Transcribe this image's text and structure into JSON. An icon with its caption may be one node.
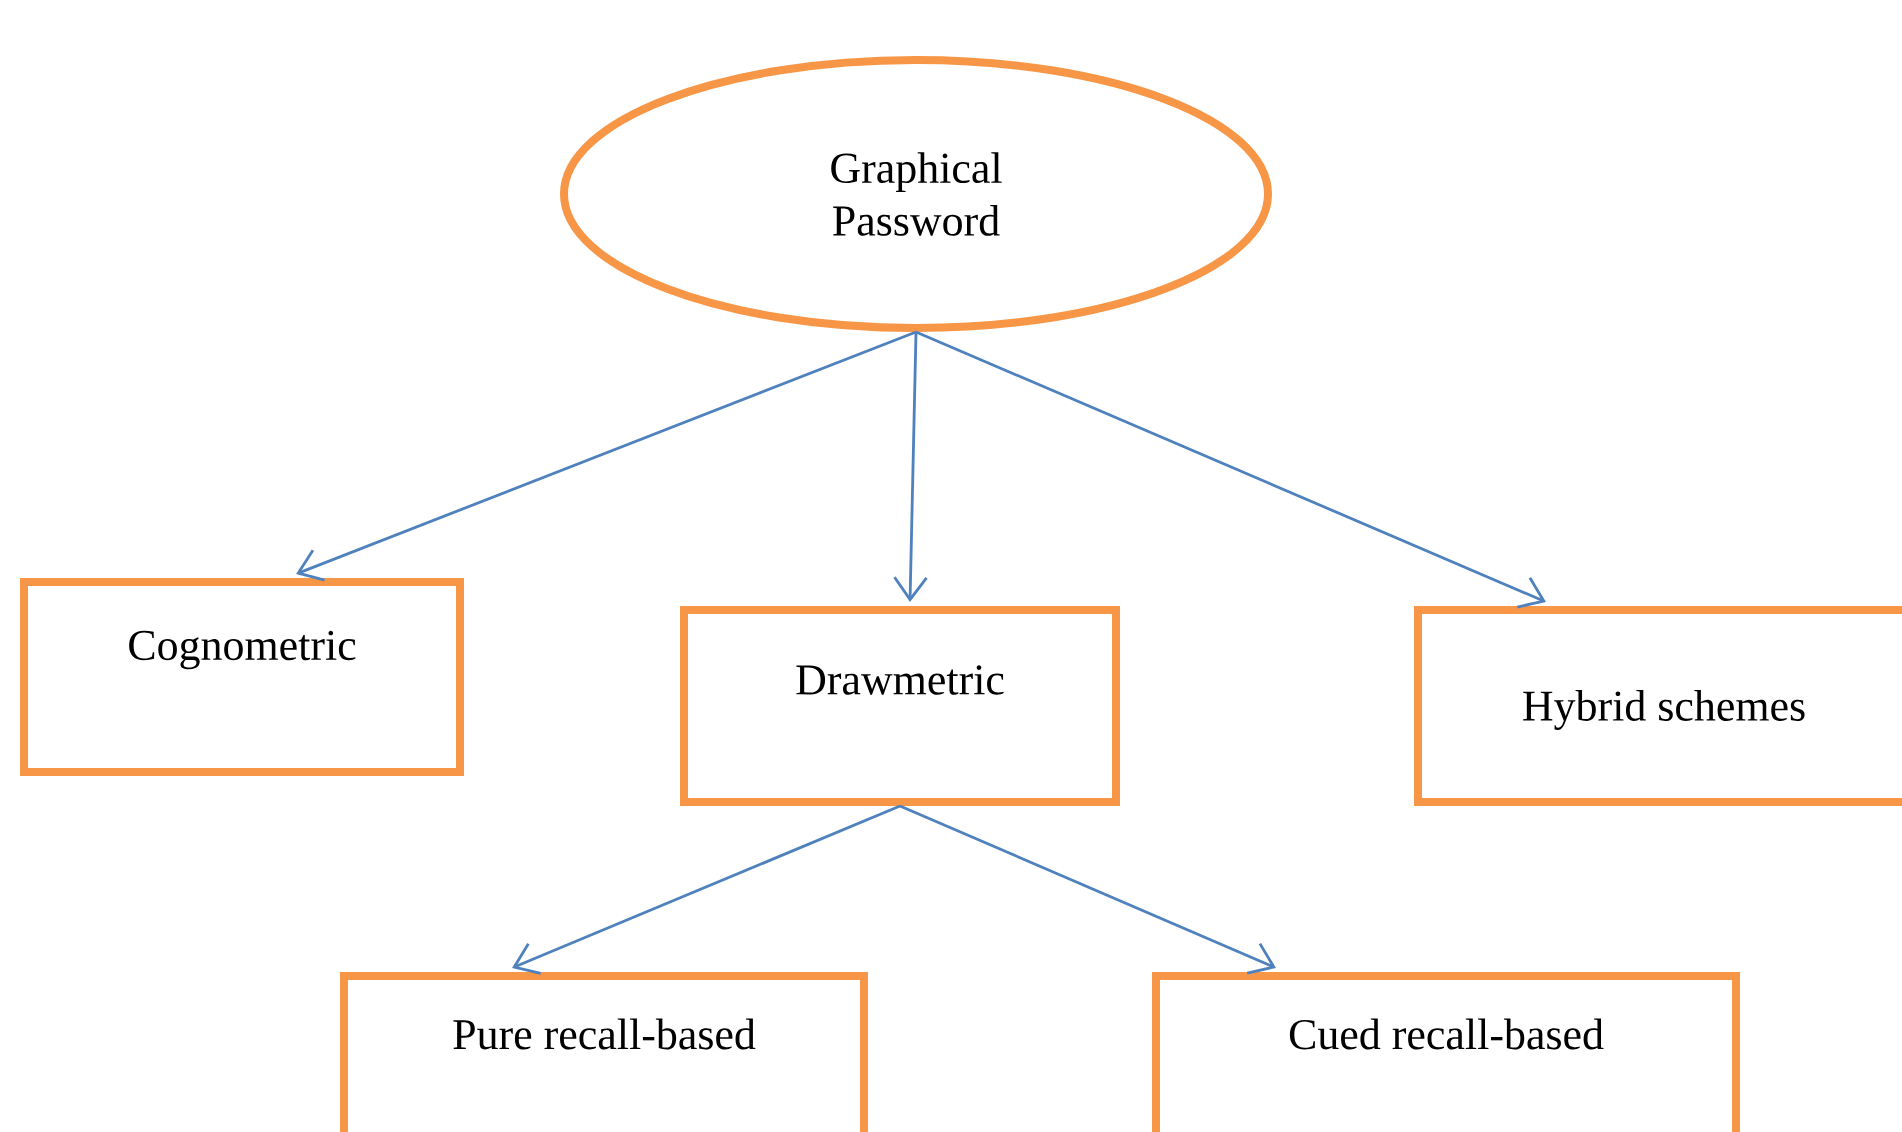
{
  "diagram": {
    "nodes": [
      {
        "text": [
          "Graphical Password"
        ]
      },
      {
        "text": [
          "Cognometric"
        ]
      },
      {
        "text": [
          "Drawmetric"
        ]
      },
      {
        "text": [
          "Hybrid schemes"
        ]
      },
      {
        "text": [
          "Pure recall-based"
        ]
      },
      {
        "text": [
          "Cued recall-based"
        ]
      }
    ],
    "edges": [
      {
        "from": 0,
        "to": 1,
        "arrow": "to"
      },
      {
        "from": 0,
        "to": 2,
        "arrow": "to"
      },
      {
        "from": 0,
        "to": 3,
        "arrow": "to"
      },
      {
        "from": 2,
        "to": 4,
        "arrow": "to"
      },
      {
        "from": 2,
        "to": 5,
        "arrow": "to"
      }
    ]
  }
}
